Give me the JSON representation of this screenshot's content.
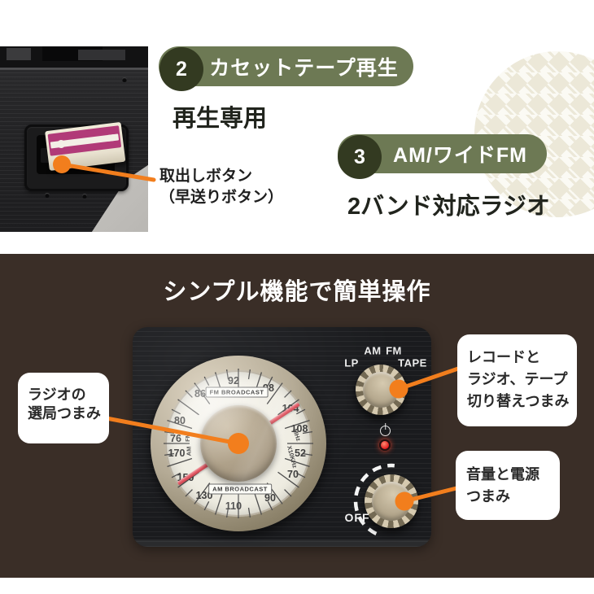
{
  "colors": {
    "accent_orange": "#f27e1d",
    "olive_badge": "#6d7954",
    "dark_olive_circle": "#333a21",
    "brown_background": "#3a2e27",
    "houndstooth_cream": "#ece8d8",
    "led_red": "#e01b1f",
    "needle_red": "#e05560"
  },
  "top": {
    "badge2": {
      "number": "2",
      "label": "カセットテープ再生"
    },
    "subtitle2": "再生専用",
    "eject_note": {
      "line1": "取出しボタン",
      "line2": "（早送りボタン）"
    },
    "badge3": {
      "number": "3",
      "label": "AM/ワイドFM"
    },
    "subtitle3": "2バンド対応ラジオ"
  },
  "bottom": {
    "title": "シンプル機能で簡単操作",
    "callouts": {
      "tuning": {
        "line1": "ラジオの",
        "line2": "選局つまみ"
      },
      "selector": {
        "line1": "レコードと",
        "line2": "ラジオ、テープ",
        "line3": "切り替えつまみ"
      },
      "volume": {
        "line1": "音量と電源",
        "line2": "つまみ"
      }
    },
    "panel": {
      "selector_labels": {
        "lp": "LP",
        "am": "AM",
        "fm": "FM",
        "tape": "TAPE"
      },
      "off_label": "OFF",
      "icons": {
        "power": "power-icon",
        "led": "power-led-indicator"
      },
      "dial": {
        "fm_banner": "FM BROADCAST",
        "am_banner": "AM BROADCAST",
        "fm_side_label": "FM",
        "am_side_label": "AM",
        "mhz_label": "MHz",
        "khz_label": "X10KHz",
        "fm_numbers": [
          "76",
          "80",
          "86",
          "92",
          "98",
          "104",
          "108"
        ],
        "am_numbers": [
          "170",
          "150",
          "130",
          "110",
          "90",
          "70",
          "52"
        ]
      }
    }
  }
}
